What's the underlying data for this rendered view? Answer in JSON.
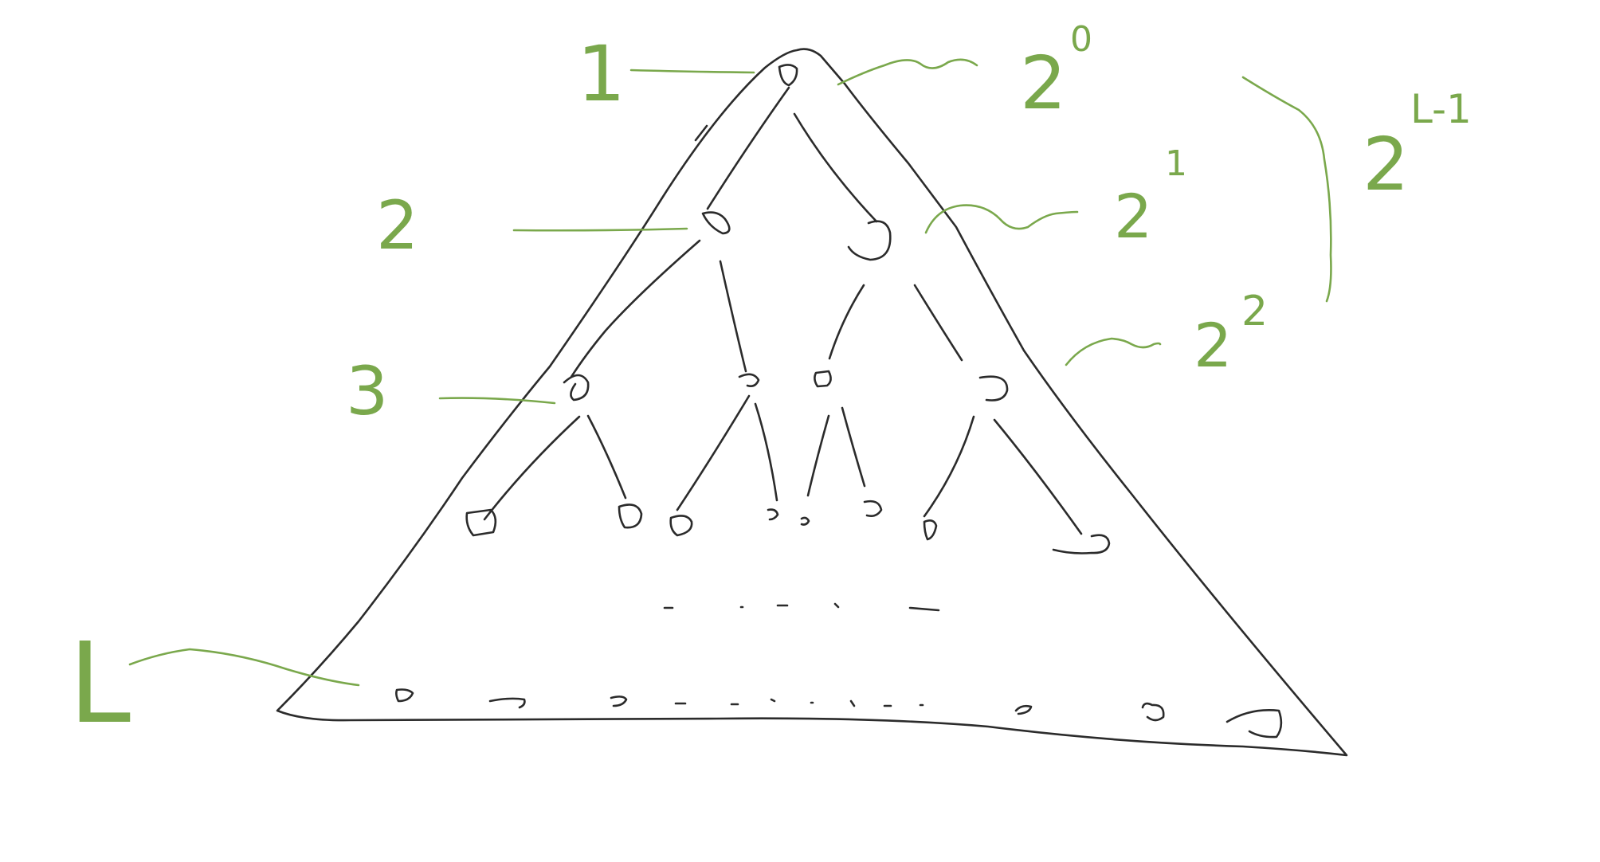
{
  "diagram": {
    "level_labels": [
      "1",
      "2",
      "3",
      "L"
    ],
    "count_labels": [
      {
        "base": "2",
        "exp": "0"
      },
      {
        "base": "2",
        "exp": "1"
      },
      {
        "base": "2",
        "exp": "2"
      }
    ],
    "total_label": {
      "base": "2",
      "exp": "L-1"
    },
    "colors": {
      "ink": "#2b2b2b",
      "annotation": "#7aa84c",
      "background": "#ffffff"
    }
  }
}
